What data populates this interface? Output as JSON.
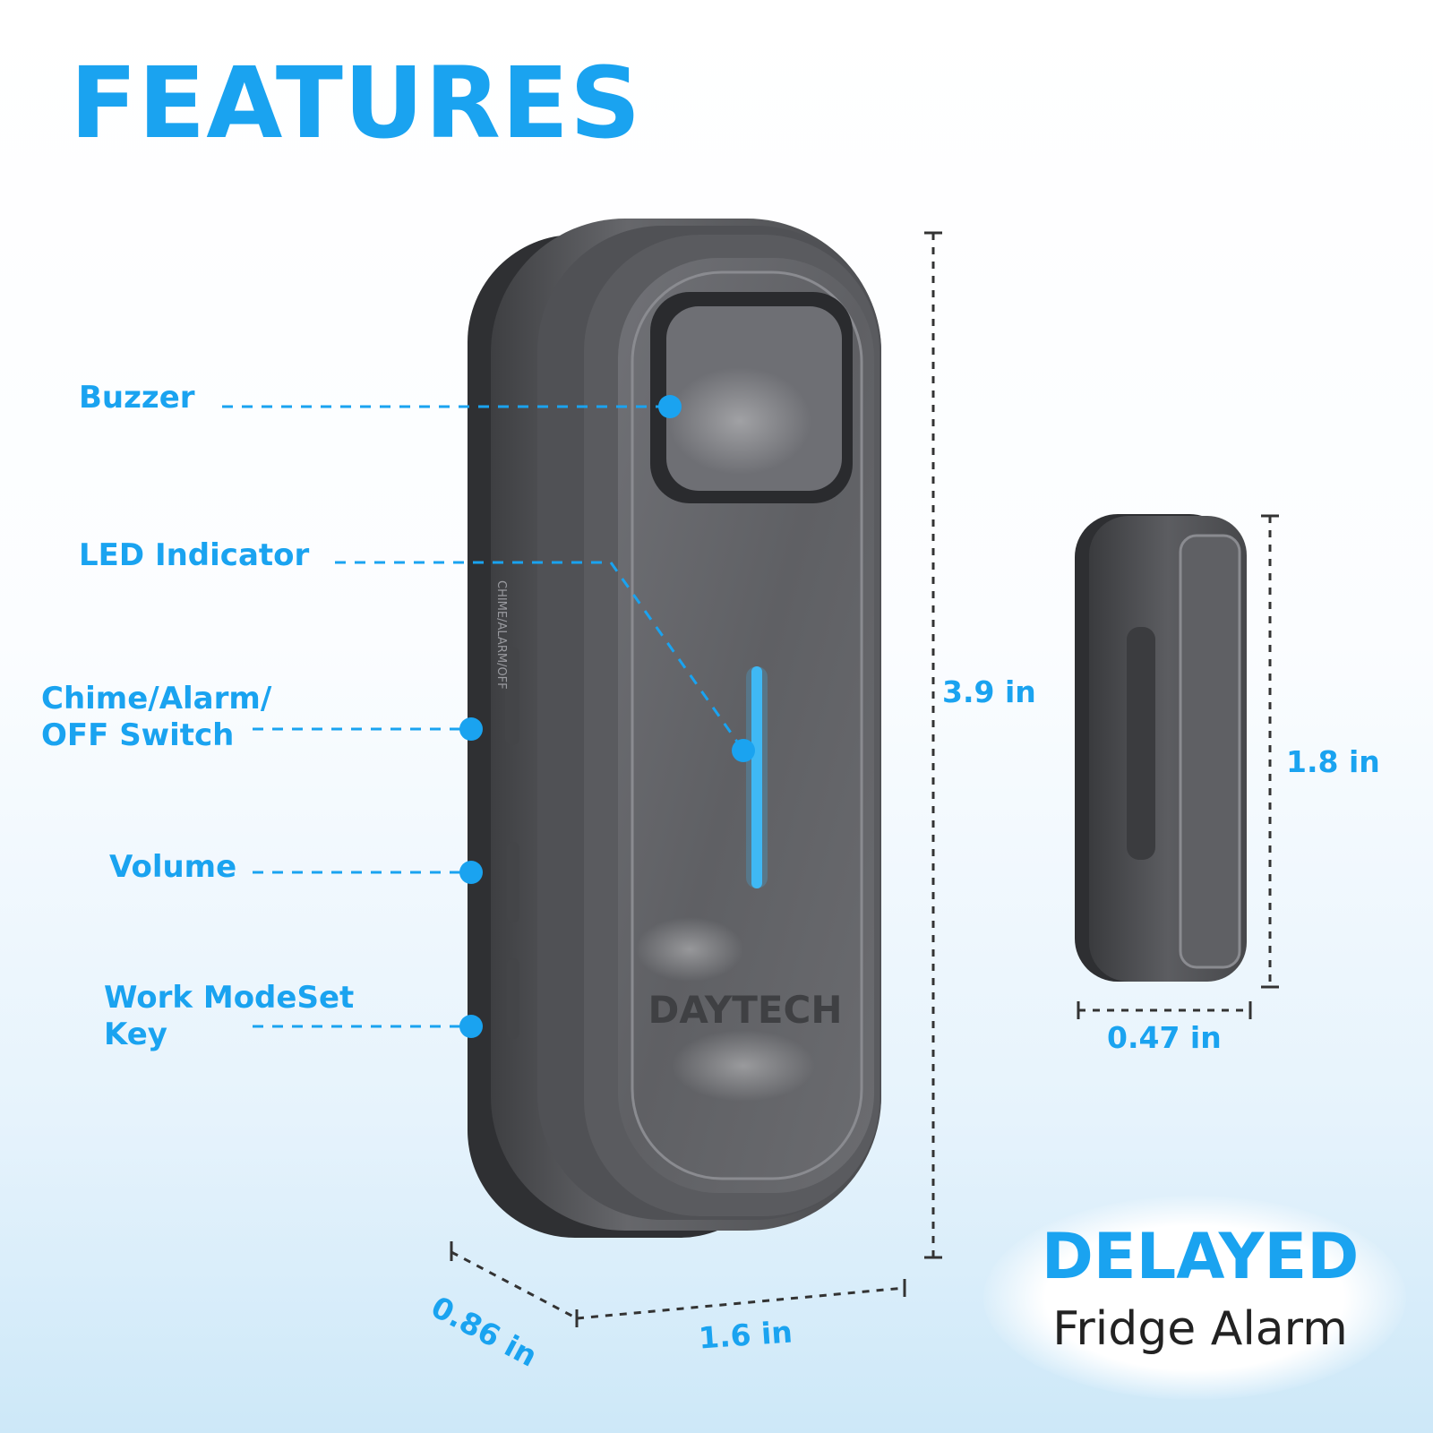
{
  "title": "FEATURES",
  "brand": "DAYTECH",
  "labels": {
    "buzzer": "Buzzer",
    "led": "LED Indicator",
    "switch_line1": "Chime/Alarm/",
    "switch_line2": "OFF Switch",
    "volume": "Volume",
    "workmode_line1": "Work ModeSet",
    "workmode_line2": "Key"
  },
  "side_print": "CHIME/ALARM/OFF",
  "dimensions": {
    "height_main": "3.9 in",
    "width_main": "1.6 in",
    "depth_main": "0.86 in",
    "height_magnet": "1.8 in",
    "width_magnet": "0.47 in"
  },
  "badge": {
    "line1": "DELAYED",
    "line2": "Fridge Alarm"
  },
  "colors": {
    "accent": "#1aa3f0",
    "device": "#5d5e61",
    "led": "#3fb8f5",
    "dark_text": "#222222"
  }
}
